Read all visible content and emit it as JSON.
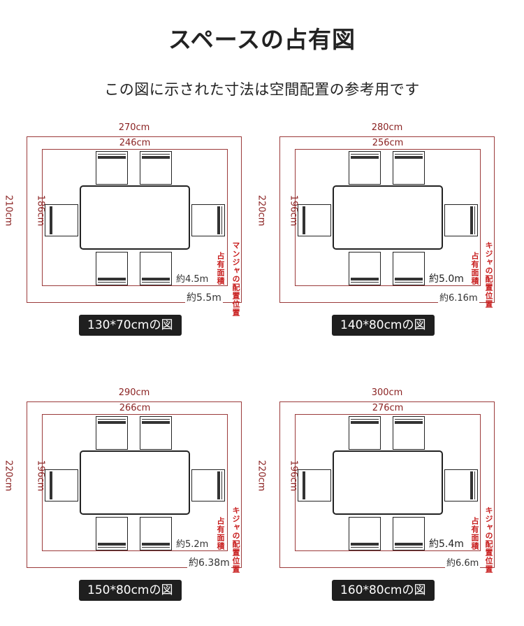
{
  "title": "スペースの占有図",
  "subtitle": "この図に示された寸法は空間配置の参考用です",
  "panels": [
    {
      "outer_w": "270cm",
      "inner_w": "246cm",
      "outer_h": "210cm",
      "inner_h": "186cm",
      "area_inner": "約4.5m",
      "area_outer": "約5.5m",
      "label_a": "占有面積",
      "label_b": "マンジャの配置位置",
      "caption": "130*70cmの図"
    },
    {
      "outer_w": "280cm",
      "inner_w": "256cm",
      "outer_h": "220cm",
      "inner_h": "196cm",
      "area_inner": "約5.0m",
      "area_outer": "約6.16m",
      "label_a": "占有面積",
      "label_b": "キジャの配置位置",
      "caption": "140*80cmの図"
    },
    {
      "outer_w": "290cm",
      "inner_w": "266cm",
      "outer_h": "220cm",
      "inner_h": "196cm",
      "area_inner": "約5.2m",
      "area_outer": "約6.38m",
      "label_a": "占有面積",
      "label_b": "キジャの配置位置",
      "caption": "150*80cmの図"
    },
    {
      "outer_w": "300cm",
      "inner_w": "276cm",
      "outer_h": "220cm",
      "inner_h": "196cm",
      "area_inner": "約5.4m",
      "area_outer": "約6.6m",
      "label_a": "占有面積",
      "label_b": "キジャの配置位置",
      "caption": "160*80cmの図"
    }
  ]
}
